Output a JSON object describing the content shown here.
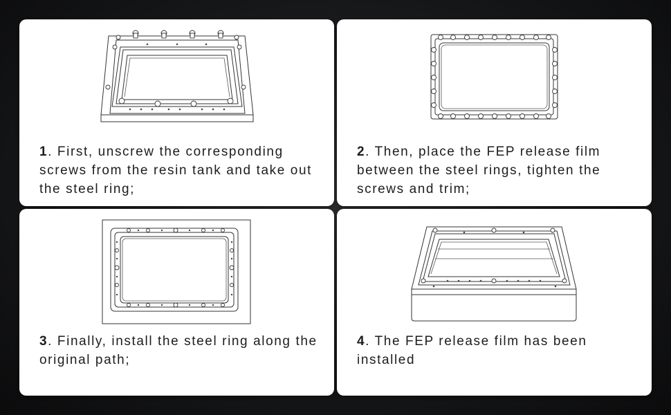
{
  "steps": [
    {
      "number": "1",
      "text": ". First, unscrew the corresponding screws from the resin tank and take out the steel ring;"
    },
    {
      "number": "2",
      "text": ". Then, place the FEP release film between the steel rings, tighten the screws and trim;"
    },
    {
      "number": "3",
      "text": ". Finally, install the steel ring along the original path;"
    },
    {
      "number": "4",
      "text": ". The FEP release film has been installed"
    }
  ]
}
